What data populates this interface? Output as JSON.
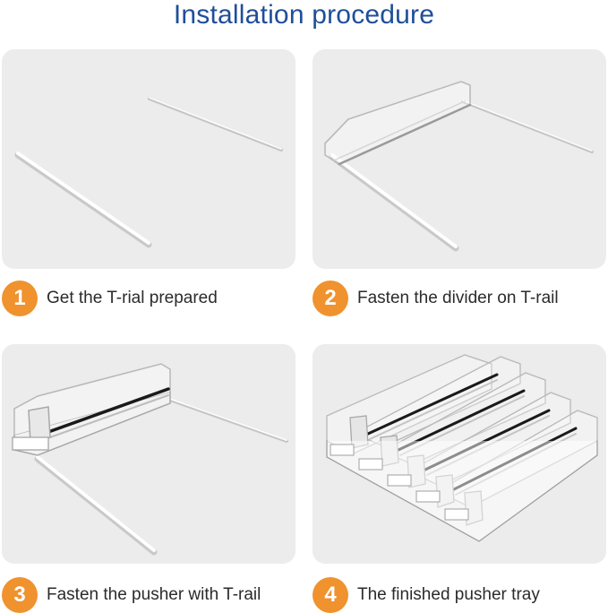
{
  "title": "Installation procedure",
  "steps": [
    {
      "number": "1",
      "label": "Get the T-rial prepared"
    },
    {
      "number": "2",
      "label": "Fasten the divider on T-rail"
    },
    {
      "number": "3",
      "label": "Fasten the pusher with T-rail"
    },
    {
      "number": "4",
      "label": "The finished pusher tray"
    }
  ],
  "colors": {
    "title": "#1f4e9a",
    "badge": "#f0922d",
    "panel_bg": "#ececec"
  }
}
